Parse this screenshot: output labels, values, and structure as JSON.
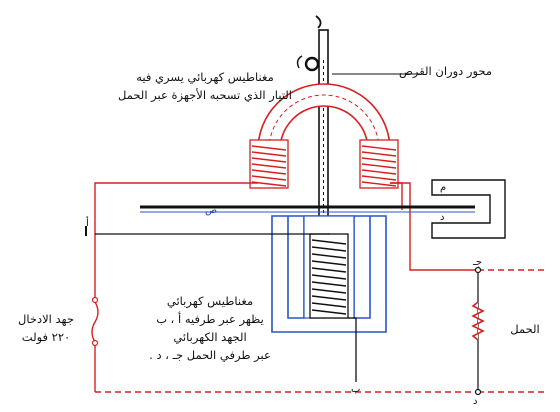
{
  "labels": {
    "disk_axis": "محور دوران القرص",
    "current_magnet": [
      "مغناطيس كهربائي يسري فيه",
      "التيار الذي تسحبه الأجهزة عبر الحمل"
    ],
    "voltage_magnet": [
      "مغناطيس كهربائي",
      "يظهر عبر طرفيه أ ، ب",
      "الجهد الكهربائي",
      "عبر طرفي الحمل جـ ، د ."
    ],
    "input_voltage": [
      "جهد الادخال",
      "٢٢٠ فولت"
    ],
    "load": "الحمل"
  },
  "terminals": {
    "a": "أ",
    "b": "ب",
    "c": "جـ",
    "d": "د",
    "m": "م",
    "disk": "ص"
  },
  "colors": {
    "red_wire": "#d62020",
    "blue_core": "#2a55c8",
    "black": "#111111"
  }
}
